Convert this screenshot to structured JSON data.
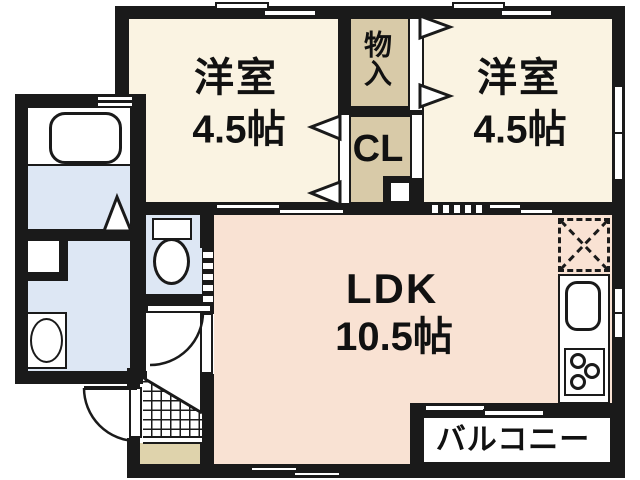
{
  "title": "apartment-floor-plan",
  "rooms": {
    "bedroom_left": {
      "name": "洋室",
      "size": "4.5帖"
    },
    "bedroom_right": {
      "name": "洋室",
      "size": "4.5帖"
    },
    "ldk": {
      "name": "LDK",
      "size": "10.5帖"
    },
    "storage": {
      "label": "物\n入"
    },
    "closet": {
      "label": "CL"
    },
    "balcony": {
      "label": "バルコニー"
    }
  },
  "fixtures": {
    "bathtub": "bathtub-icon",
    "toilet": "toilet-icon",
    "washbasin": "washbasin-icon",
    "washer_space": "washer-space-icon",
    "kitchen_sink": "kitchen-sink-icon",
    "stove": "stove-burners-icon",
    "refrigerator_space": "refrigerator-dashed-icon",
    "entrance": "entrance-tile-icon"
  },
  "palette": {
    "wall": "#1a1a1a",
    "bedroom_fill": "#FAF3E2",
    "closet_fill": "#D8CAA8",
    "ldk_fill": "#F9E2D3",
    "wet_area_fill": "#DDE7F4",
    "porch_fill": "#DFD3AC",
    "background": "#FFFFFF"
  }
}
